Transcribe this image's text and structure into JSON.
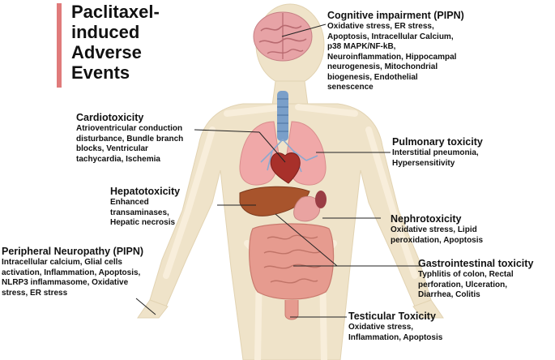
{
  "title": {
    "lines": [
      "Paclitaxel-",
      "induced",
      "Adverse",
      "Events"
    ]
  },
  "colors": {
    "accent": "#e07b7b",
    "body": "#efe3c9",
    "skeleton": "#f6ecd6",
    "organ_pink": "#f0a8a8",
    "brain": "#e7a3a6",
    "trachea": "#7a9fc9",
    "liver": "#a8542c",
    "heart": "#a8302a",
    "intestine": "#e69b8f",
    "connector": "#222222"
  },
  "effects": [
    {
      "key": "cognitive",
      "heading": "Cognitive impairment (PIPN)",
      "details": [
        "Oxidative stress, ER stress,",
        "Apoptosis, Intracellular Calcium,",
        "p38 MAPK/NF-kB,",
        "Neuroinflammation, Hippocampal",
        "neurogenesis, Mitochondrial",
        "biogenesis, Endothelial",
        "senescence"
      ]
    },
    {
      "key": "cardio",
      "heading": "Cardiotoxicity",
      "details": [
        "Atrioventricular conduction",
        "disturbance, Bundle branch",
        "blocks, Ventricular",
        "tachycardia, Ischemia"
      ]
    },
    {
      "key": "pulmonary",
      "heading": "Pulmonary toxicity",
      "details": [
        "Interstitial pneumonia,",
        "Hypersensitivity"
      ]
    },
    {
      "key": "hepato",
      "heading": "Hepatotoxicity",
      "details": [
        "Enhanced",
        "transaminases,",
        "Hepatic necrosis"
      ]
    },
    {
      "key": "nephro",
      "heading": "Nephrotoxicity",
      "details": [
        "Oxidative stress, Lipid",
        "peroxidation, Apoptosis"
      ]
    },
    {
      "key": "peripheral",
      "heading": "Peripheral Neuropathy (PIPN)",
      "details": [
        "Intracellular calcium, Glial cells",
        "activation, Inflammation, Apoptosis,",
        "NLRP3 inflammasome, Oxidative",
        "stress, ER stress"
      ]
    },
    {
      "key": "gi",
      "heading": "Gastrointestinal toxicity",
      "details": [
        "Typhlitis of colon, Rectal",
        "perforation, Ulceration,",
        "Diarrhea, Colitis"
      ]
    },
    {
      "key": "testicular",
      "heading": "Testicular Toxicity",
      "details": [
        "Oxidative stress,",
        "Inflammation, Apoptosis"
      ]
    }
  ]
}
